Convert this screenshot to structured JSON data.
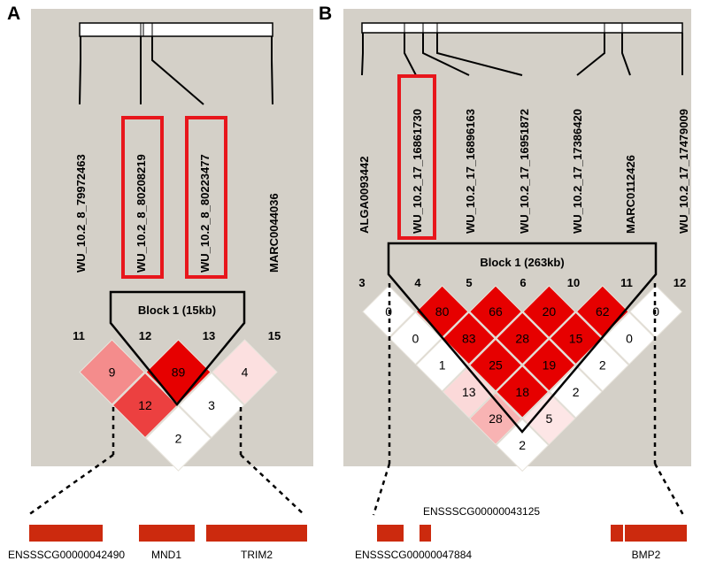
{
  "panels": [
    {
      "id": "A",
      "letter": "A",
      "snps": [
        {
          "label": "WU_10.2_8_79972463",
          "index": "11",
          "highlight": false
        },
        {
          "label": "WU_10.2_8_80208219",
          "index": "12",
          "highlight": true
        },
        {
          "label": "WU_10.2_8_80223477",
          "index": "13",
          "highlight": true
        },
        {
          "label": "MARC0044036",
          "index": "15",
          "highlight": false
        }
      ],
      "block": {
        "label": "Block 1 (15kb)",
        "from": 1,
        "to": 2
      },
      "ld": [
        {
          "i": 0,
          "j": 1,
          "value": "9"
        },
        {
          "i": 1,
          "j": 2,
          "value": "89"
        },
        {
          "i": 2,
          "j": 3,
          "value": "4"
        },
        {
          "i": 0,
          "j": 2,
          "value": "12"
        },
        {
          "i": 1,
          "j": 3,
          "value": "3"
        },
        {
          "i": 0,
          "j": 3,
          "value": "2"
        }
      ],
      "ld_levels": [
        {
          "i": 0,
          "j": 1,
          "level": 0.45
        },
        {
          "i": 1,
          "j": 2,
          "level": 1.0
        },
        {
          "i": 2,
          "j": 3,
          "level": 0.12
        },
        {
          "i": 0,
          "j": 2,
          "level": 0.75
        },
        {
          "i": 1,
          "j": 3,
          "level": 0.0
        },
        {
          "i": 0,
          "j": 3,
          "level": 0.0
        }
      ],
      "genes": [
        {
          "name": "ENSSSCG00000042490"
        },
        {
          "name": "MND1"
        },
        {
          "name": "TRIM2"
        }
      ]
    },
    {
      "id": "B",
      "letter": "B",
      "snps": [
        {
          "label": "ALGA0093442",
          "index": "3",
          "highlight": false
        },
        {
          "label": "WU_10.2_17_16861730",
          "index": "4",
          "highlight": true
        },
        {
          "label": "WU_10.2_17_16896163",
          "index": "5",
          "highlight": false
        },
        {
          "label": "WU_10.2_17_16951872",
          "index": "6",
          "highlight": false
        },
        {
          "label": "WU_10.2_17_17386420",
          "index": "10",
          "highlight": false
        },
        {
          "label": "MARC0112426",
          "index": "11",
          "highlight": false
        },
        {
          "label": "WU_10.2_17_17479009",
          "index": "12",
          "highlight": false
        }
      ],
      "block": {
        "label": "Block 1 (263kb)",
        "from": 1,
        "to": 5
      },
      "ld": [
        {
          "i": 0,
          "j": 1,
          "value": "0"
        },
        {
          "i": 1,
          "j": 2,
          "value": "80"
        },
        {
          "i": 2,
          "j": 3,
          "value": "66"
        },
        {
          "i": 3,
          "j": 4,
          "value": "20"
        },
        {
          "i": 4,
          "j": 5,
          "value": "62"
        },
        {
          "i": 5,
          "j": 6,
          "value": "0"
        },
        {
          "i": 0,
          "j": 2,
          "value": "0"
        },
        {
          "i": 1,
          "j": 3,
          "value": "83"
        },
        {
          "i": 2,
          "j": 4,
          "value": "28"
        },
        {
          "i": 3,
          "j": 5,
          "value": "15"
        },
        {
          "i": 4,
          "j": 6,
          "value": "0"
        },
        {
          "i": 0,
          "j": 3,
          "value": "1"
        },
        {
          "i": 1,
          "j": 4,
          "value": "25"
        },
        {
          "i": 2,
          "j": 5,
          "value": "19"
        },
        {
          "i": 3,
          "j": 6,
          "value": "2"
        },
        {
          "i": 0,
          "j": 4,
          "value": "13"
        },
        {
          "i": 1,
          "j": 5,
          "value": "18"
        },
        {
          "i": 2,
          "j": 6,
          "value": "2"
        },
        {
          "i": 0,
          "j": 5,
          "value": "28"
        },
        {
          "i": 1,
          "j": 6,
          "value": "5"
        },
        {
          "i": 0,
          "j": 6,
          "value": "2"
        }
      ],
      "ld_levels": [
        {
          "i": 0,
          "j": 1,
          "level": 0.0
        },
        {
          "i": 1,
          "j": 2,
          "level": 1.0
        },
        {
          "i": 2,
          "j": 3,
          "level": 1.0
        },
        {
          "i": 3,
          "j": 4,
          "level": 1.0
        },
        {
          "i": 4,
          "j": 5,
          "level": 1.0
        },
        {
          "i": 5,
          "j": 6,
          "level": 0.0
        },
        {
          "i": 0,
          "j": 2,
          "level": 0.0
        },
        {
          "i": 1,
          "j": 3,
          "level": 1.0
        },
        {
          "i": 2,
          "j": 4,
          "level": 1.0
        },
        {
          "i": 3,
          "j": 5,
          "level": 1.0
        },
        {
          "i": 4,
          "j": 6,
          "level": 0.0
        },
        {
          "i": 0,
          "j": 3,
          "level": 0.0
        },
        {
          "i": 1,
          "j": 4,
          "level": 1.0
        },
        {
          "i": 2,
          "j": 5,
          "level": 1.0
        },
        {
          "i": 3,
          "j": 6,
          "level": 0.0
        },
        {
          "i": 0,
          "j": 4,
          "level": 0.15
        },
        {
          "i": 1,
          "j": 5,
          "level": 1.0
        },
        {
          "i": 2,
          "j": 6,
          "level": 0.0
        },
        {
          "i": 0,
          "j": 5,
          "level": 0.3
        },
        {
          "i": 1,
          "j": 6,
          "level": 0.1
        },
        {
          "i": 0,
          "j": 6,
          "level": 0.0
        }
      ],
      "genes": [
        {
          "name": "ENSSSCG00000047884"
        },
        {
          "name": "ENSSSCG00000043125"
        },
        {
          "name": "BMP2"
        }
      ]
    }
  ],
  "colors": {
    "background": "#d4d0c8",
    "ld_high": "#e60000",
    "ld_low": "#ffffff",
    "highlight_box": "#e8161c",
    "gene_bar": "#cc2a0e",
    "line": "#000000"
  }
}
